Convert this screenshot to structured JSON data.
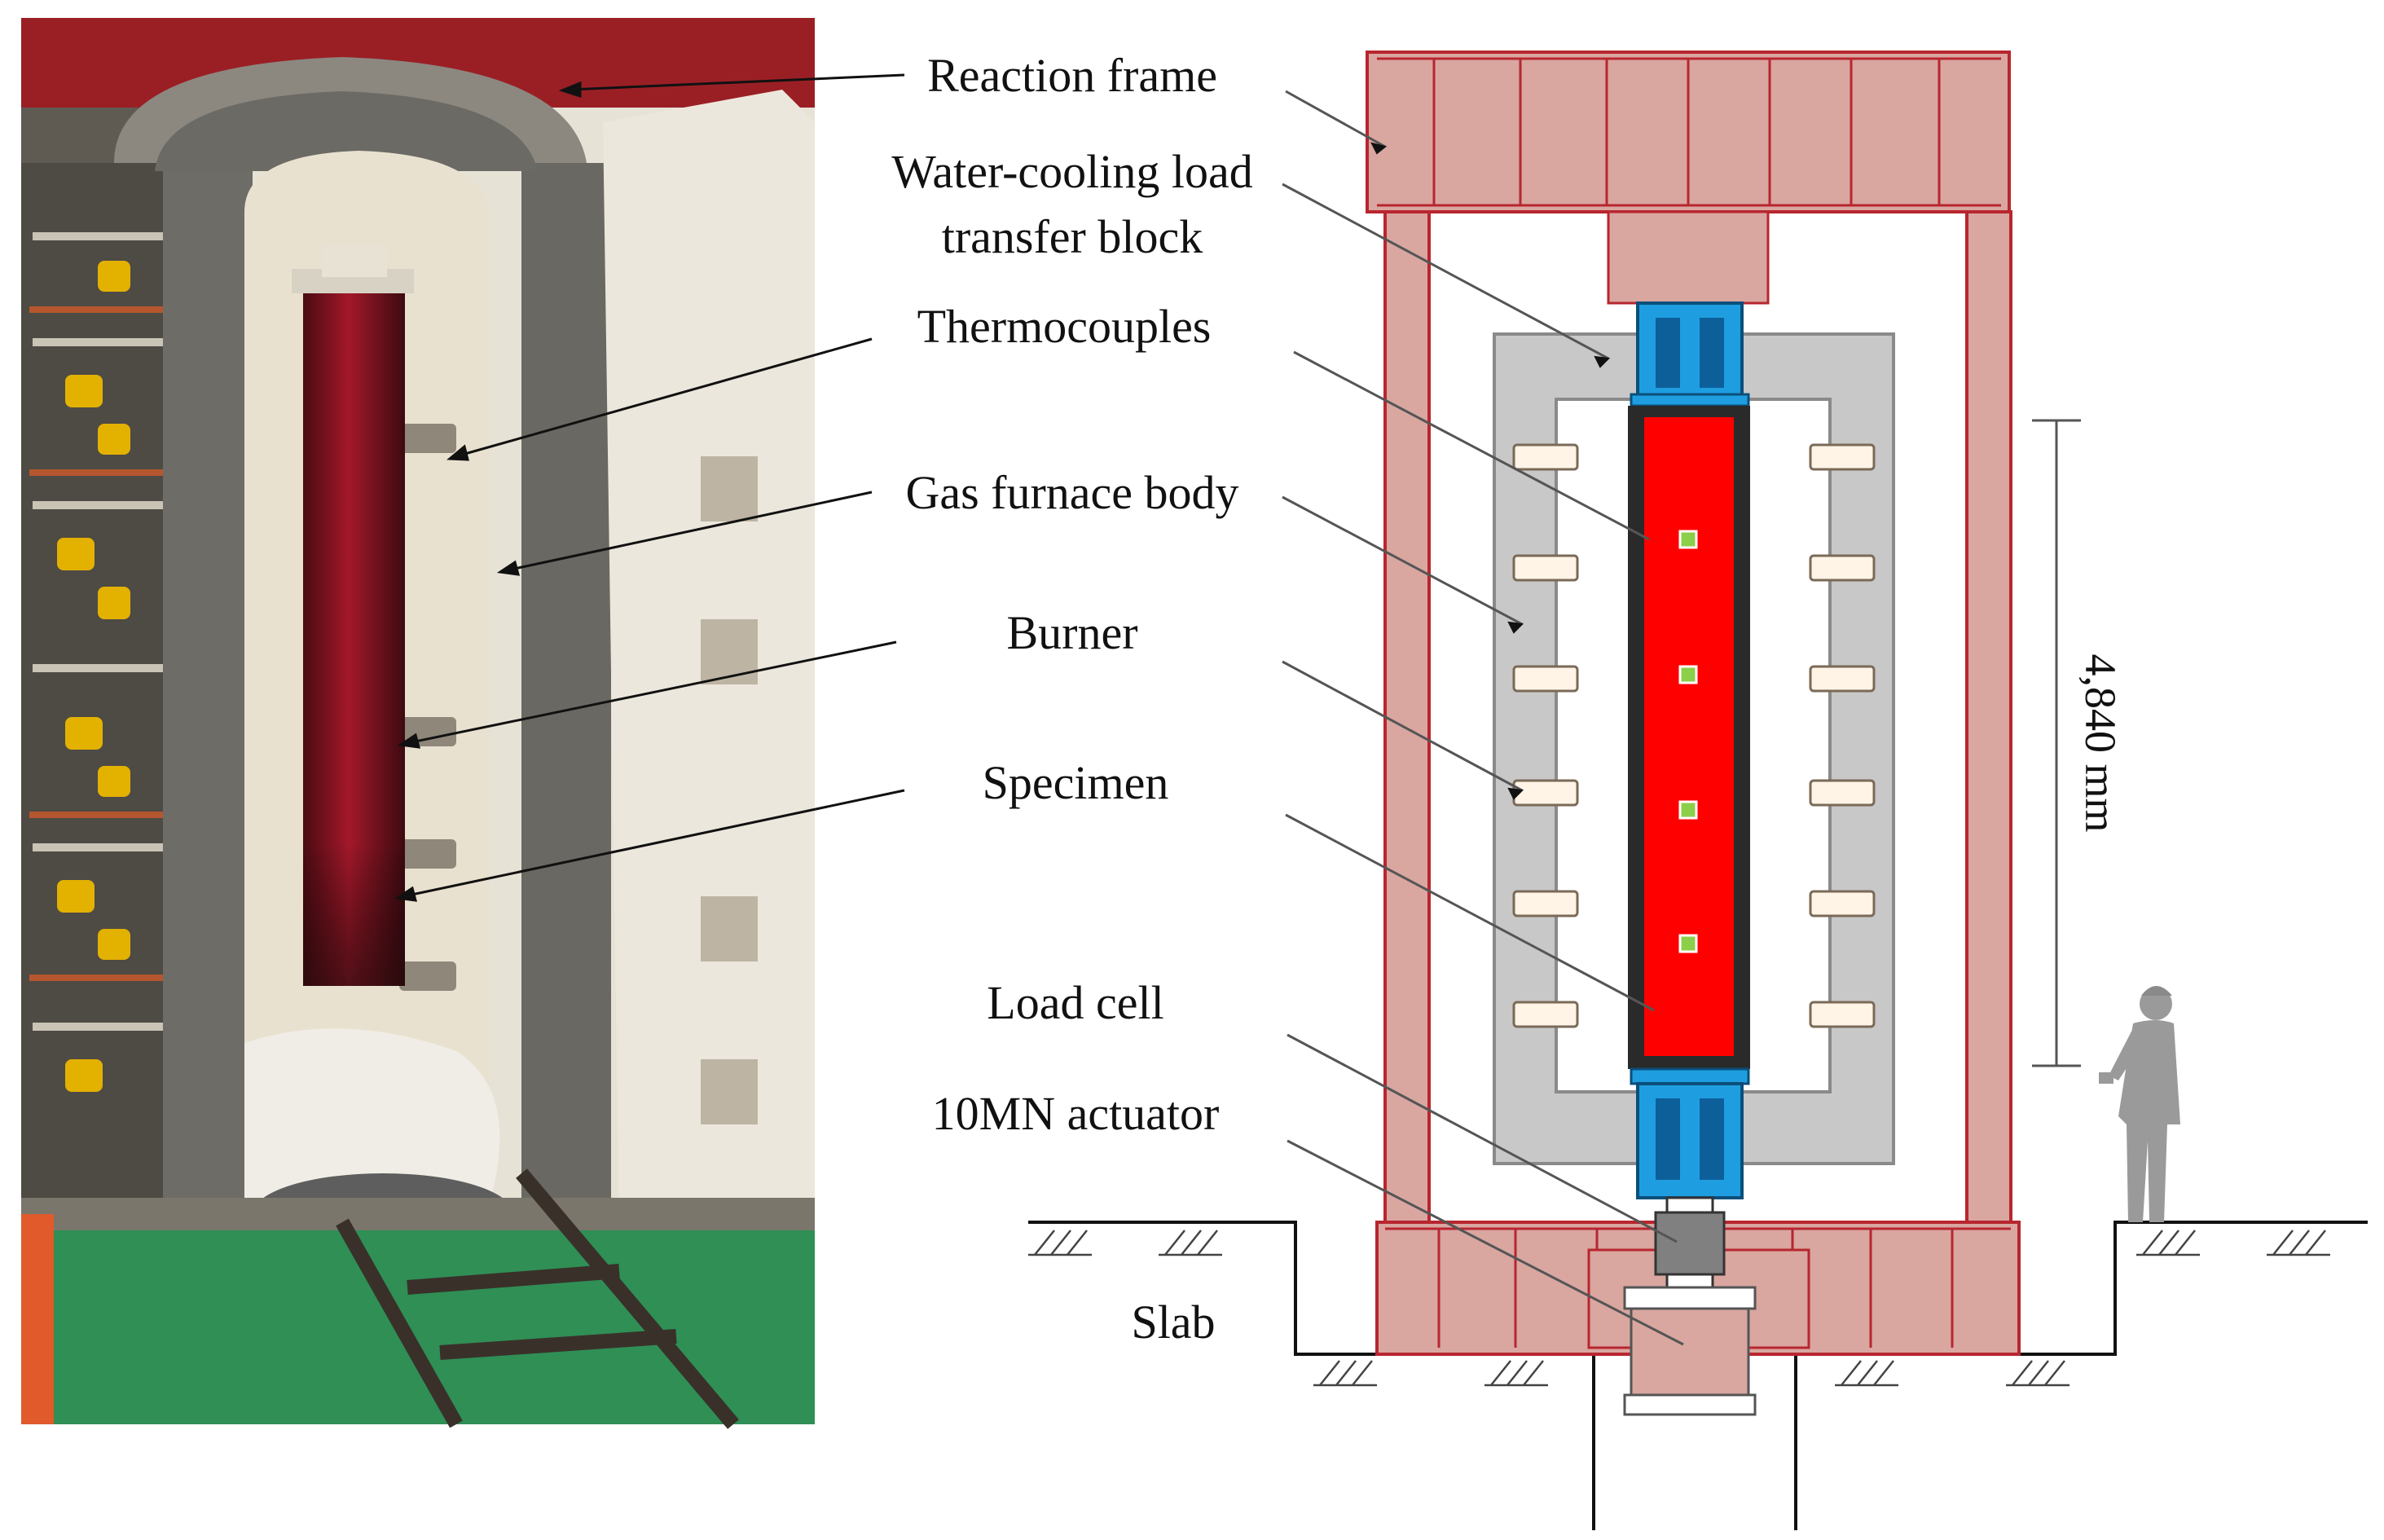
{
  "labels": {
    "reaction_frame": "Reaction frame",
    "water_cooling_line1": "Water-cooling load",
    "water_cooling_line2": "transfer block",
    "thermocouples": "Thermocouples",
    "gas_furnace_body": "Gas furnace body",
    "burner": "Burner",
    "specimen": "Specimen",
    "load_cell": "Load cell",
    "actuator": "10MN actuator",
    "slab": "Slab"
  },
  "dimension": {
    "height_label": "4,840 mm"
  },
  "colors": {
    "frame": "#d9a6a0",
    "frame_edge": "#b8262f",
    "furnace": "#c8c8c8",
    "furnace_edge": "#8a8a8a",
    "specimen": "#ff0000",
    "cooling_block": "#1e9ee0",
    "load_cell": "#808080",
    "thermocouple": "#8ccf4a",
    "burner": "#fff4e6",
    "person": "#9a9a9a"
  },
  "photo": {
    "description_icon": "furnace-photo"
  }
}
